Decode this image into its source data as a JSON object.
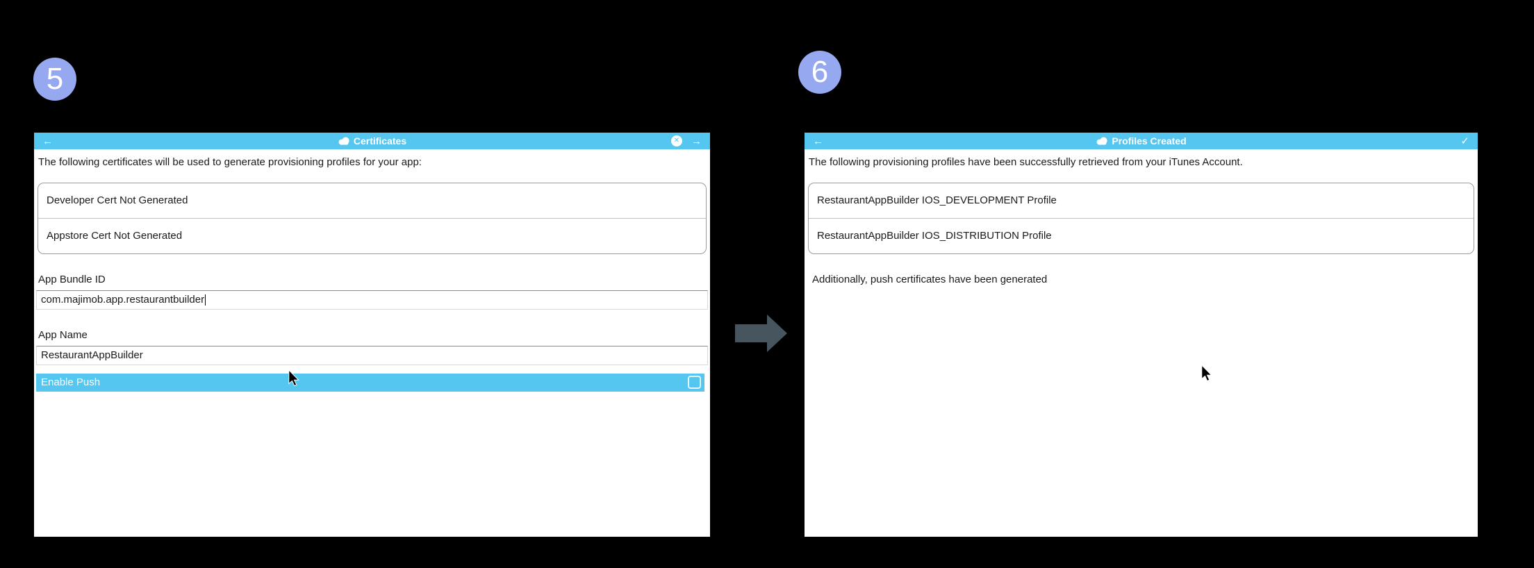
{
  "colors": {
    "background": "#000000",
    "titlebar_blue": "#55c6f0",
    "badge_blue": "#96a9f0",
    "arrow_gray": "#47555f"
  },
  "step5": {
    "badge": "5",
    "titlebar": {
      "back_icon": "←",
      "title": "Certificates",
      "close_icon": "✕",
      "forward_icon": "→"
    },
    "intro": "The following certificates will be used to generate provisioning profiles for your app:",
    "cert_list": [
      "Developer Cert Not Generated",
      "Appstore Cert Not Generated"
    ],
    "fields": [
      {
        "label": "App Bundle ID",
        "value": "com.majimob.app.restaurantbuilder"
      },
      {
        "label": "App Name",
        "value": "RestaurantAppBuilder"
      }
    ],
    "enable_push": {
      "label": "Enable Push",
      "checked": false
    }
  },
  "step6": {
    "badge": "6",
    "titlebar": {
      "back_icon": "←",
      "title": "Profiles Created",
      "confirm_icon": "✓"
    },
    "intro": "The following provisioning profiles have been successfully retrieved from your iTunes Account.",
    "profiles": [
      "RestaurantAppBuilder IOS_DEVELOPMENT Profile",
      "RestaurantAppBuilder IOS_DISTRIBUTION Profile"
    ],
    "note": "Additionally, push certificates have been generated"
  }
}
